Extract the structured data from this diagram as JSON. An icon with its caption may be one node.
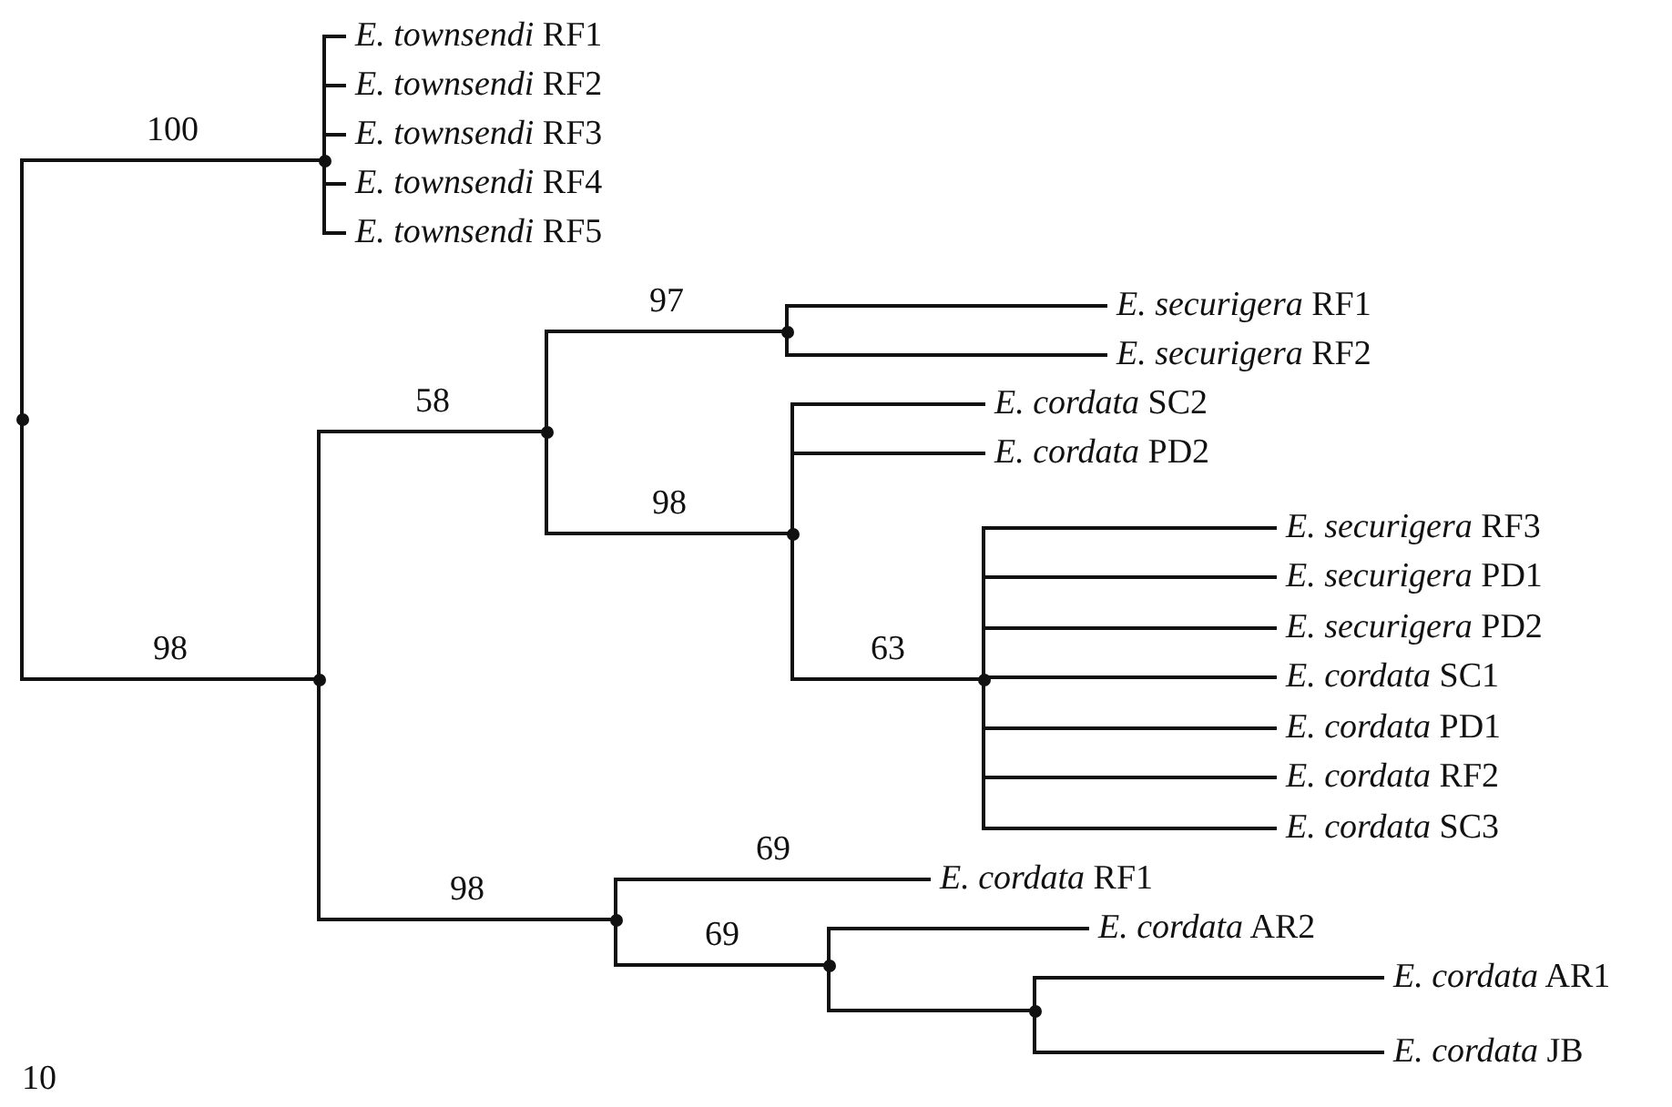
{
  "diagram": {
    "nodes": [
      {
        "text": [],
        "shape": "point"
      },
      {
        "text": [],
        "shape": "point"
      },
      {
        "text": [
          "*E. townsendi* RF1"
        ]
      },
      {
        "text": [
          "*E. townsendi* RF2"
        ]
      },
      {
        "text": [
          "*E. townsendi* RF3"
        ]
      },
      {
        "text": [
          "*E. townsendi* RF4"
        ]
      },
      {
        "text": [
          "*E. townsendi* RF5"
        ]
      },
      {
        "text": [],
        "shape": "point"
      },
      {
        "text": [],
        "shape": "point"
      },
      {
        "text": [],
        "shape": "point"
      },
      {
        "text": [
          "*E. securigera* RF1"
        ]
      },
      {
        "text": [
          "*E. securigera* RF2"
        ]
      },
      {
        "text": [],
        "shape": "point"
      },
      {
        "text": [
          "*E. cordata* SC2"
        ]
      },
      {
        "text": [
          "*E. cordata* PD2"
        ]
      },
      {
        "text": [],
        "shape": "point"
      },
      {
        "text": [
          "*E. securigera* RF3"
        ]
      },
      {
        "text": [
          "*E. securigera* PD1"
        ]
      },
      {
        "text": [
          "*E. securigera* PD2"
        ]
      },
      {
        "text": [
          "*E. cordata* SC1"
        ]
      },
      {
        "text": [
          "*E. cordata* PD1"
        ]
      },
      {
        "text": [
          "*E. cordata* RF2"
        ]
      },
      {
        "text": [
          "*E. cordata* SC3"
        ]
      },
      {
        "text": [],
        "shape": "point"
      },
      {
        "text": [
          "*E. cordata* RF1"
        ]
      },
      {
        "text": [],
        "shape": "point"
      },
      {
        "text": [
          "*E. cordata* AR2"
        ]
      },
      {
        "text": [],
        "shape": "point"
      },
      {
        "text": [
          "*E. cordata* AR1"
        ]
      },
      {
        "text": [
          "*E. cordata* JB"
        ]
      }
    ],
    "edges": [
      {
        "from": 0,
        "to": 1,
        "arrow": "none",
        "label": "100"
      },
      {
        "from": 1,
        "to": 2,
        "arrow": "none"
      },
      {
        "from": 1,
        "to": 3,
        "arrow": "none"
      },
      {
        "from": 1,
        "to": 4,
        "arrow": "none"
      },
      {
        "from": 1,
        "to": 5,
        "arrow": "none"
      },
      {
        "from": 1,
        "to": 6,
        "arrow": "none"
      },
      {
        "from": 0,
        "to": 7,
        "arrow": "none",
        "label": "98"
      },
      {
        "from": 7,
        "to": 8,
        "arrow": "none",
        "label": "58"
      },
      {
        "from": 8,
        "to": 9,
        "arrow": "none",
        "label": "97"
      },
      {
        "from": 9,
        "to": 10,
        "arrow": "none"
      },
      {
        "from": 9,
        "to": 11,
        "arrow": "none"
      },
      {
        "from": 8,
        "to": 12,
        "arrow": "none",
        "label": "98"
      },
      {
        "from": 12,
        "to": 13,
        "arrow": "none"
      },
      {
        "from": 12,
        "to": 14,
        "arrow": "none"
      },
      {
        "from": 12,
        "to": 15,
        "arrow": "none",
        "label": "63"
      },
      {
        "from": 15,
        "to": 16,
        "arrow": "none"
      },
      {
        "from": 15,
        "to": 17,
        "arrow": "none"
      },
      {
        "from": 15,
        "to": 18,
        "arrow": "none"
      },
      {
        "from": 15,
        "to": 19,
        "arrow": "none"
      },
      {
        "from": 15,
        "to": 20,
        "arrow": "none"
      },
      {
        "from": 15,
        "to": 21,
        "arrow": "none"
      },
      {
        "from": 15,
        "to": 22,
        "arrow": "none"
      },
      {
        "from": 7,
        "to": 23,
        "arrow": "none",
        "label": "98"
      },
      {
        "from": 23,
        "to": 24,
        "arrow": "none",
        "label": "69"
      },
      {
        "from": 23,
        "to": 25,
        "arrow": "none",
        "label": "69"
      },
      {
        "from": 25,
        "to": 26,
        "arrow": "none"
      },
      {
        "from": 25,
        "to": 27,
        "arrow": "none"
      },
      {
        "from": 27,
        "to": 28,
        "arrow": "none"
      },
      {
        "from": 27,
        "to": 29,
        "arrow": "none"
      }
    ],
    "labels": [
      "10"
    ]
  }
}
